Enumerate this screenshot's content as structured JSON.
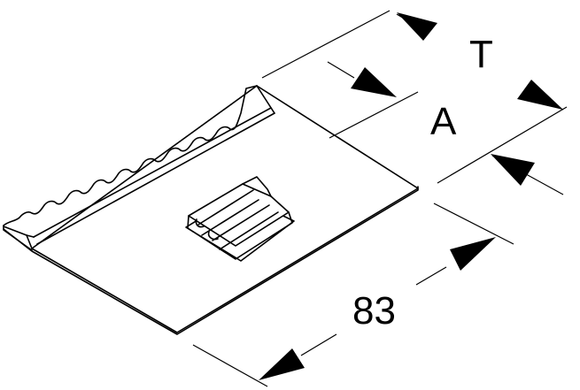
{
  "dimensions": {
    "thickness_label": "T",
    "offset_label": "A",
    "length_label": "83"
  }
}
